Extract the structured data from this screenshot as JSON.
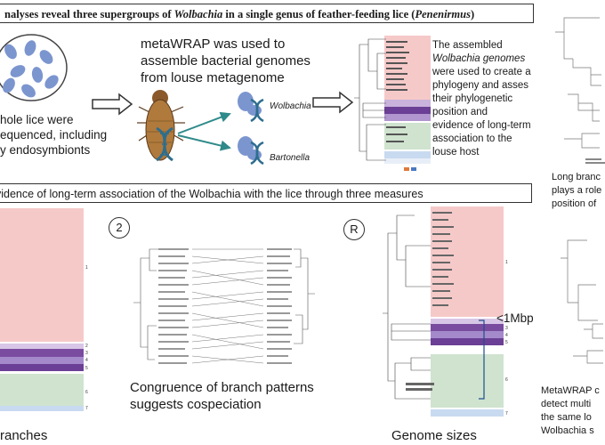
{
  "header": {
    "title_prefix": "nalyses reveal three supergroups of ",
    "title_wolbachia": "Wolbachia",
    "title_middle": " in a single genus of feather-feeding lice (",
    "title_genus": "Penenirmus",
    "title_suffix": ")"
  },
  "step1": {
    "caption_lines": [
      "hole lice were",
      "equenced, including",
      "y endosymbionts"
    ]
  },
  "step2": {
    "caption_lines": [
      "metaWRAP was used to",
      "assemble bacterial genomes",
      "from louse metagenome"
    ],
    "labels": {
      "wolbachia": "Wolbachia",
      "bartonella": "Bartonella"
    }
  },
  "step3": {
    "caption_lines": [
      "The assembled",
      "Wolbachia genomes",
      "were used to create a",
      "phylogeny and asses",
      "their phylogenetic",
      "position and",
      "evidence of long-term",
      "association to the",
      "louse host"
    ]
  },
  "right_panel": {
    "caption_top_lines": [
      "Long branc",
      "plays a role",
      "position of"
    ],
    "caption_bottom_lines": [
      "MetaWRAP c",
      "detect multi",
      "the same lo",
      "Wolbachia s"
    ]
  },
  "section2": {
    "title": "vidence of long-term association of the Wolbachia with the lice through three measures",
    "measure1_caption": "ranches",
    "measure2_number": "2",
    "measure2_caption_lines": [
      "Congruence of branch patterns",
      "suggests cospeciation"
    ],
    "measure3_number": "R",
    "measure3_caption": "Genome sizes",
    "genome_size_label": "<1Mbp"
  },
  "colors": {
    "pink": "#f6c9c9",
    "purple": "#8a5aa8",
    "green": "#cfe3cf",
    "blue": "#c8daf0",
    "bacteria": "#7b95cf",
    "dna": "#2d6e8e",
    "teal_arrow": "#2f8a8a"
  }
}
